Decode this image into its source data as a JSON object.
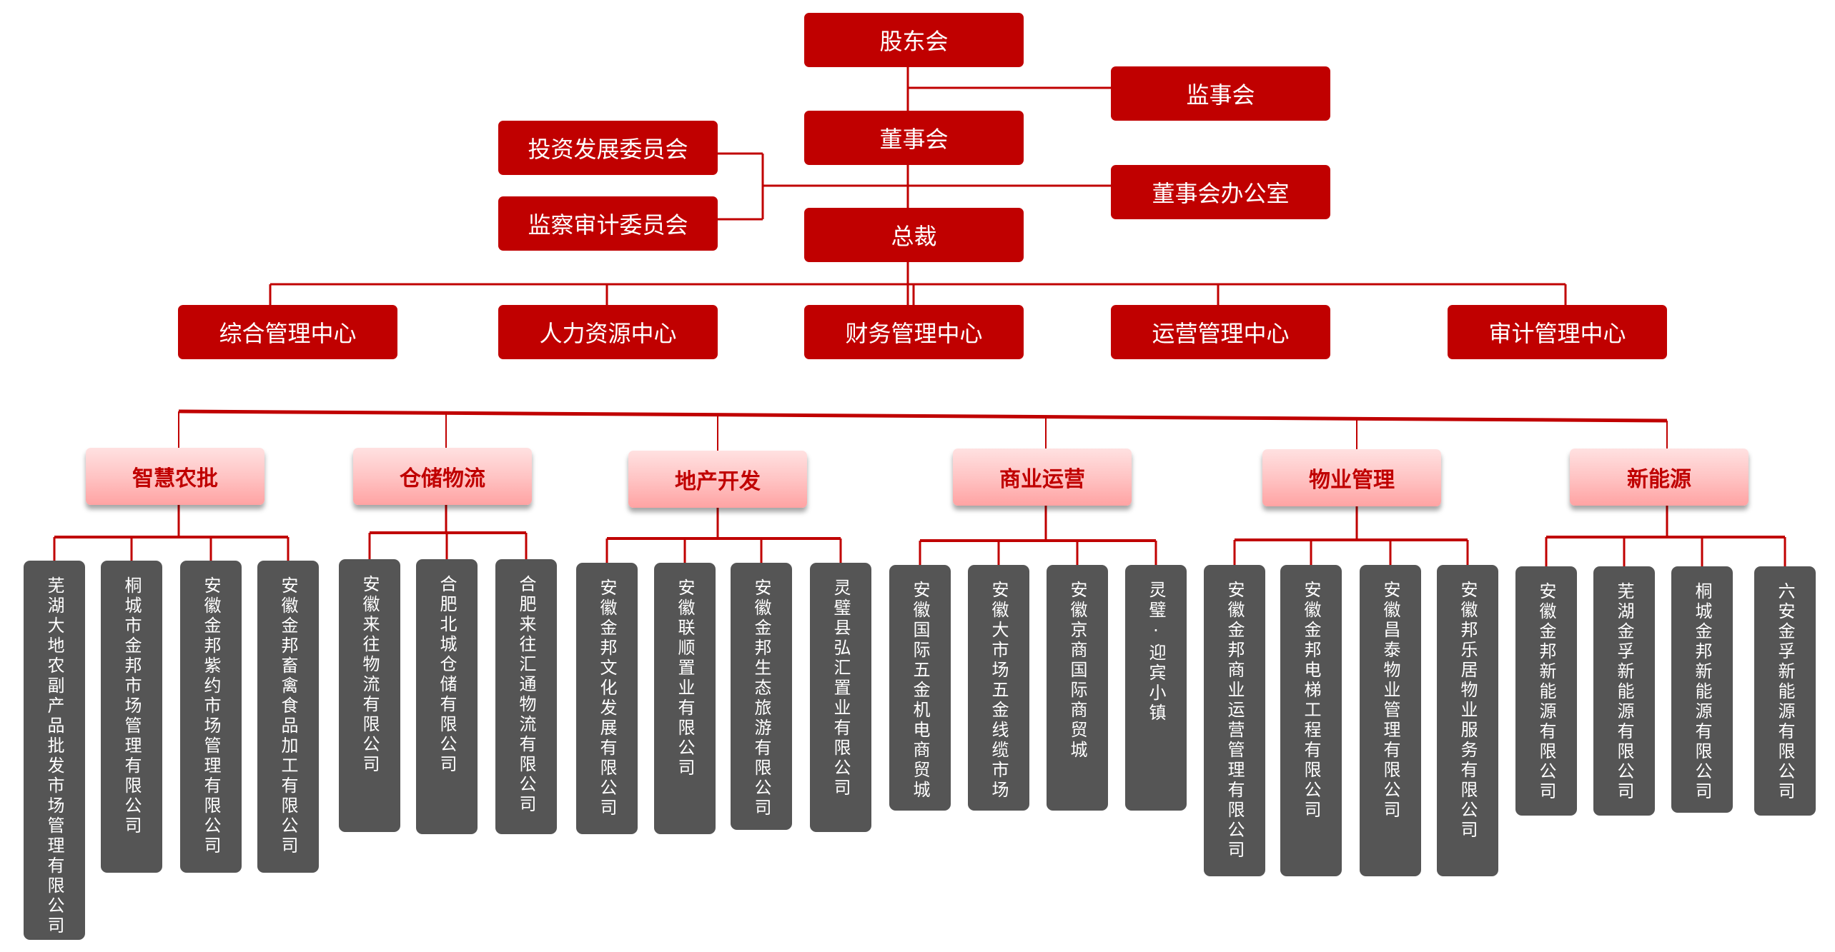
{
  "colors": {
    "primary_red": "#c00000",
    "segment_top": "#ffe1e1",
    "segment_bottom": "#ffa3a3",
    "company_gray": "#555555",
    "line": "#c00000"
  },
  "governance": {
    "shareholders": "股东会",
    "supervisory_board": "监事会",
    "board": "董事会",
    "board_office": "董事会办公室",
    "investment_committee": "投资发展委员会",
    "audit_committee": "监察审计委员会",
    "president": "总裁"
  },
  "centers": [
    "综合管理中心",
    "人力资源中心",
    "财务管理中心",
    "运营管理中心",
    "审计管理中心"
  ],
  "segments": [
    {
      "name": "智慧农批",
      "companies": [
        "芜湖大地农副产品批发市场管理有限公司",
        "桐城市金邦市场管理有限公司",
        "安徽金邦紫约市场管理有限公司",
        "安徽金邦畜禽食品加工有限公司"
      ]
    },
    {
      "name": "仓储物流",
      "companies": [
        "安徽来往物流有限公司",
        "合肥北城仓储有限公司",
        "合肥来往汇通物流有限公司"
      ]
    },
    {
      "name": "地产开发",
      "companies": [
        "安徽金邦文化发展有限公司",
        "安徽联顺置业有限公司",
        "安徽金邦生态旅游有限公司",
        "灵璧县弘汇置业有限公司"
      ]
    },
    {
      "name": "商业运营",
      "companies": [
        "安徽国际五金机电商贸城",
        "安徽大市场五金线缆市场",
        "安徽京商国际商贸城",
        "灵璧·迎宾小镇"
      ]
    },
    {
      "name": "物业管理",
      "companies": [
        "安徽金邦商业运营管理有限公司",
        "安徽金邦电梯工程有限公司",
        "安徽昌泰物业管理有限公司",
        "安徽邦乐居物业服务有限公司"
      ]
    },
    {
      "name": "新能源",
      "companies": [
        "安徽金邦新能源有限公司",
        "芜湖金孚新能源有限公司",
        "桐城金邦新能源有限公司",
        "六安金孚新能源有限公司"
      ]
    }
  ]
}
